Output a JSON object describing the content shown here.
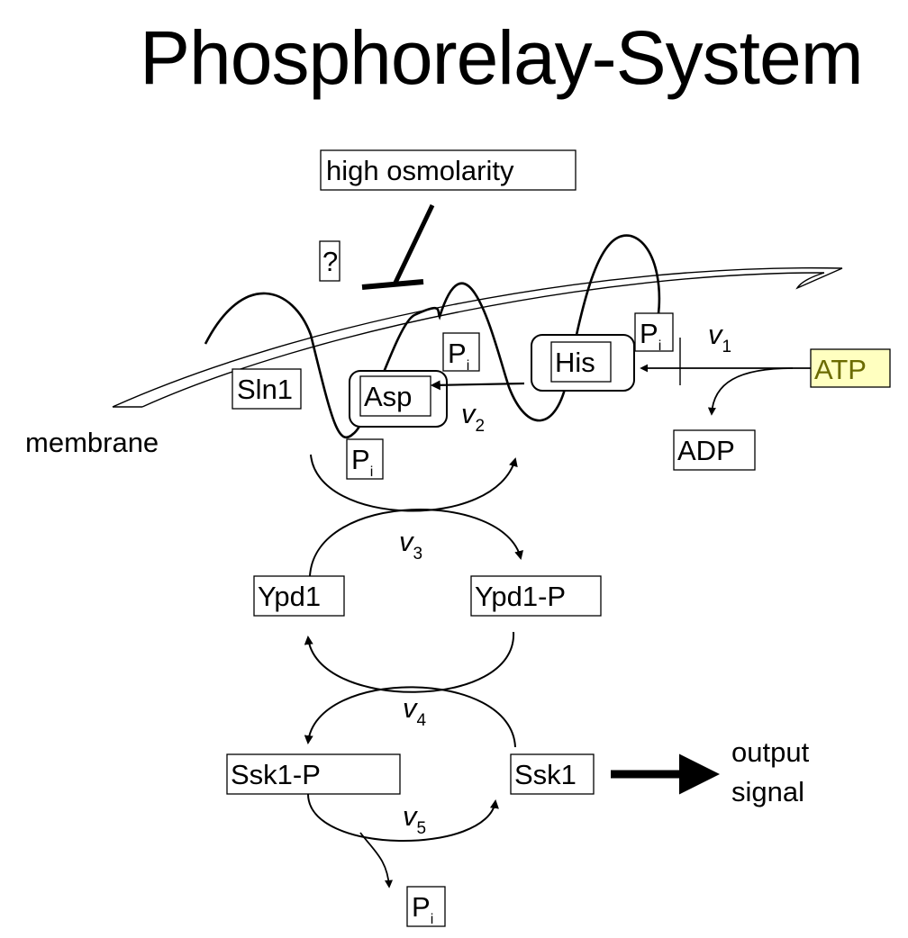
{
  "title": "Phosphorelay-System",
  "labels": {
    "high_osmolarity": "high osmolarity",
    "question": "?",
    "membrane": "membrane",
    "sln1": "Sln1",
    "asp": "Asp",
    "his": "His",
    "atp": "ATP",
    "adp": "ADP",
    "pi_main": "P",
    "pi_sub": "i",
    "ypd1": "Ypd1",
    "ypd1_p": "Ypd1-P",
    "ssk1_p": "Ssk1-P",
    "ssk1": "Ssk1",
    "output_line1": "output",
    "output_line2": "signal"
  },
  "rates": {
    "v_symbol": "v",
    "v1": "1",
    "v2": "2",
    "v3": "3",
    "v4": "4",
    "v5": "5"
  },
  "colors": {
    "atp_highlight": "#ffffc0",
    "stroke": "#000000"
  }
}
